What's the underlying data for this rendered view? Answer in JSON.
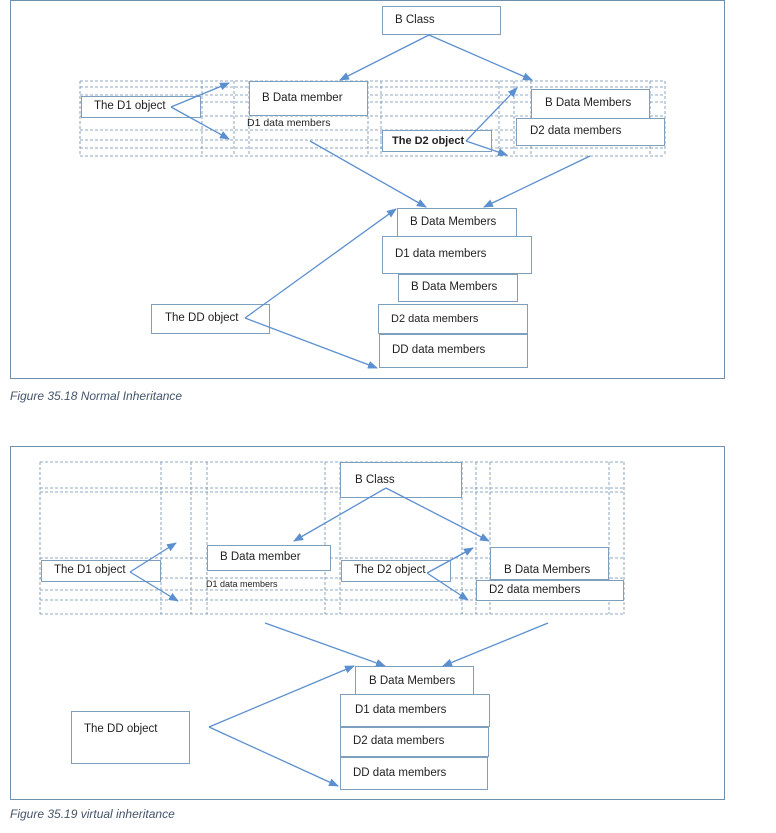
{
  "figure1": {
    "caption": "Figure 35.18 Normal Inheritance",
    "b_class": "B Class",
    "d1_object": "The D1 object",
    "d1_b_member": "B Data member",
    "d1_data_members": "D1 data members",
    "d2_object": "The D2 object",
    "d2_b_members": "B Data Members",
    "d2_data_members": "D2 data members",
    "dd_b_members_top": "B Data Members",
    "dd_d1_data_members": "D1 data members",
    "dd_b_members_second": "B Data Members",
    "dd_object": "The DD object",
    "dd_d2_data_members": "D2 data members",
    "dd_data_members": "DD data members"
  },
  "figure2": {
    "caption": "Figure 35.19 virtual inheritance",
    "b_class": "B Class",
    "d1_object": "The D1 object",
    "d1_b_member": "B Data member",
    "d1_data_members": "D1 data members",
    "d2_object": "The D2 object",
    "d2_b_members": "B Data Members",
    "d2_data_members": "D2 data members",
    "dd_b_members": "B Data Members",
    "dd_d1_data_members": "D1 data members",
    "dd_d2_data_members": "D2 data members",
    "dd_data_members": "DD data members",
    "dd_object": "The DD object"
  },
  "colors": {
    "arrow": "#5b8fd0",
    "border": "#7f9fbf",
    "grid": "#6f8faf",
    "caption": "#44546a"
  }
}
